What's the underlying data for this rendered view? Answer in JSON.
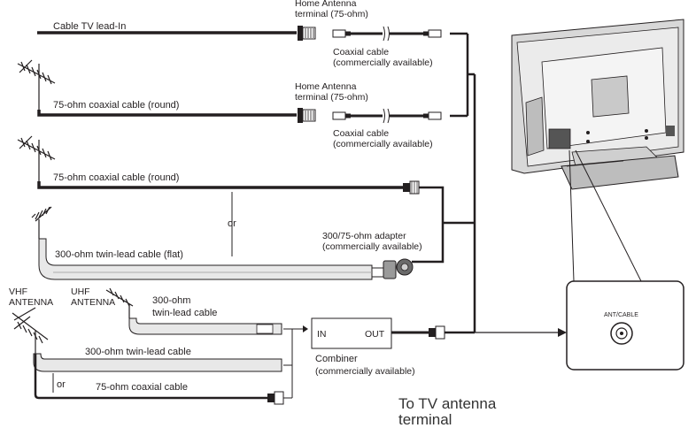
{
  "labels": {
    "cable_tv_lead_in": "Cable TV lead-In",
    "home_antenna_terminal_1_line1": "Home Antenna",
    "home_antenna_terminal_1_line2": "terminal (75-ohm)",
    "coaxial_cable_1_line1": "Coaxial cable",
    "coaxial_cable_1_line2": "(commercially available)",
    "coax_round_1": "75-ohm coaxial cable (round)",
    "home_antenna_terminal_2_line1": "Home Antenna",
    "home_antenna_terminal_2_line2": "terminal (75-ohm)",
    "coaxial_cable_2_line1": "Coaxial cable",
    "coaxial_cable_2_line2": "(commercially available)",
    "coax_round_2": "75-ohm coaxial cable (round)",
    "or_1": "or",
    "adapter_line1": "300/75-ohm adapter",
    "adapter_line2": "(commercially available)",
    "twin_lead_flat": "300-ohm twin-lead cable (flat)",
    "vhf_line1": "VHF",
    "vhf_line2": "ANTENNA",
    "uhf_line1": "UHF",
    "uhf_line2": "ANTENNA",
    "twin_lead_uhf_line1": "300-ohm",
    "twin_lead_uhf_line2": "twin-lead cable",
    "twin_lead_vhf": "300-ohm twin-lead cable",
    "or_2": "or",
    "coax_vhf": "75-ohm coaxial cable",
    "combiner_in": "IN",
    "combiner_out": "OUT",
    "combiner_line1": "Combiner",
    "combiner_line2": "(commercially available)",
    "ant_cable_terminal": "ANT/CABLE",
    "to_tv_line1": "To TV antenna",
    "to_tv_line2": "terminal"
  },
  "colors": {
    "line": "#231f20",
    "flat_cable_fill": "#e8e8e8",
    "tv_body": "#c9c9c9",
    "tv_dark": "#8a8a8a"
  }
}
